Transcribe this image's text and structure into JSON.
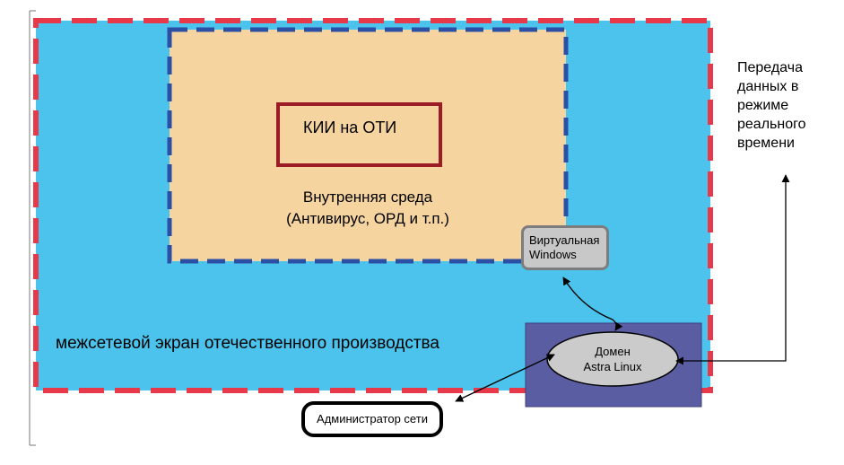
{
  "firewall": {
    "label": "межсетевой экран отечественного производства"
  },
  "cii": {
    "label": "КИИ на ОТИ"
  },
  "inner_env": {
    "line1": "Внутренняя среда",
    "line2": "(Антивирус, ОРД и т.п.)"
  },
  "virtual_windows": {
    "line1": "Виртуальная",
    "line2": "Windows"
  },
  "domain": {
    "line1": "Домен",
    "line2": "Astra Linux"
  },
  "admin": {
    "label": "Администратор сети"
  },
  "realtime": {
    "lines": [
      "Передача",
      "данных в",
      "режиме",
      "реального",
      "времени"
    ]
  },
  "colors": {
    "firewall_fill": "#4cc3ec",
    "firewall_dash": "#e8394a",
    "inner_fill": "#f5d4a0",
    "inner_dash": "#2a4fa5",
    "cii_border": "#9c1c26",
    "domain_panel": "#5b5da3",
    "domain_ellipse": "#cbcbcb"
  }
}
